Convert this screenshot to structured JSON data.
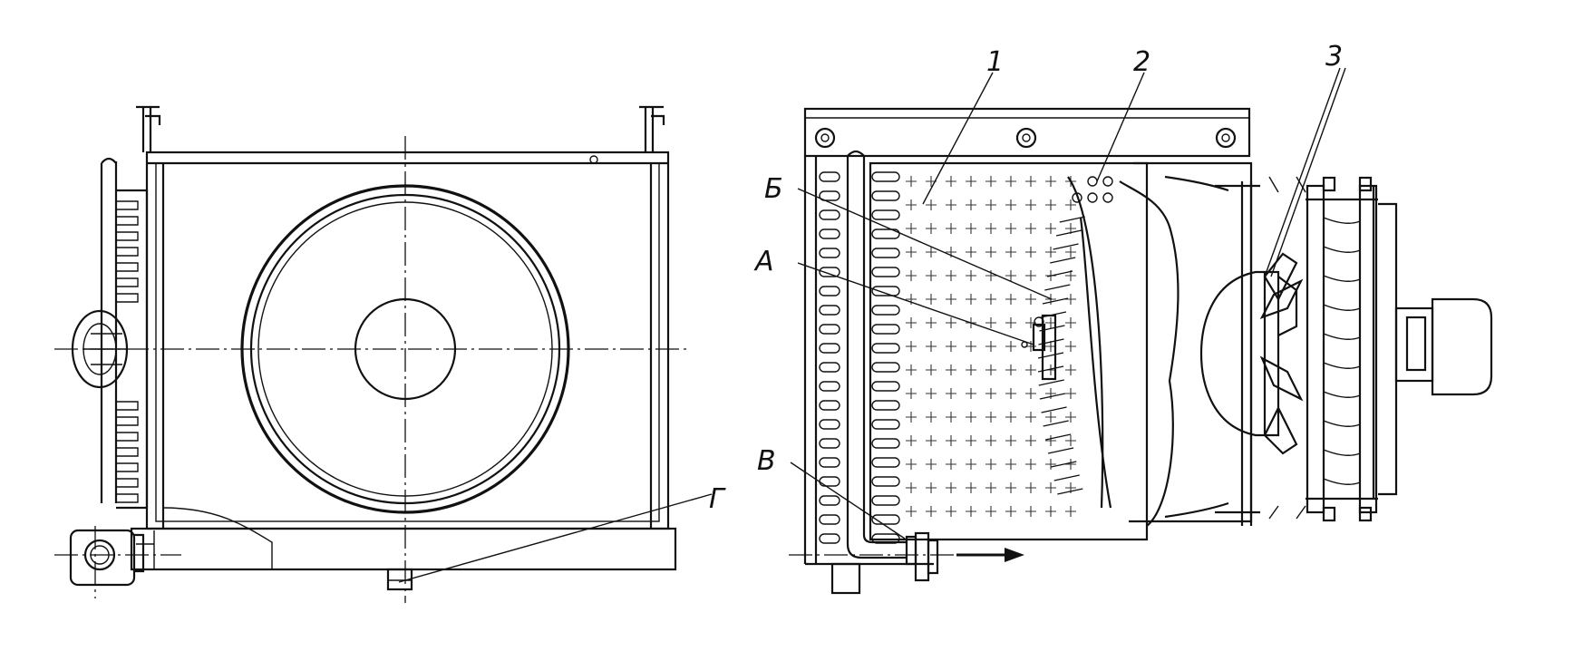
{
  "labels": {
    "n1": "1",
    "n2": "2",
    "n3": "3",
    "b": "Б",
    "a": "А",
    "v": "В",
    "g": "Г"
  },
  "icons": {
    "flow_arrow": "arrow-right-icon"
  }
}
